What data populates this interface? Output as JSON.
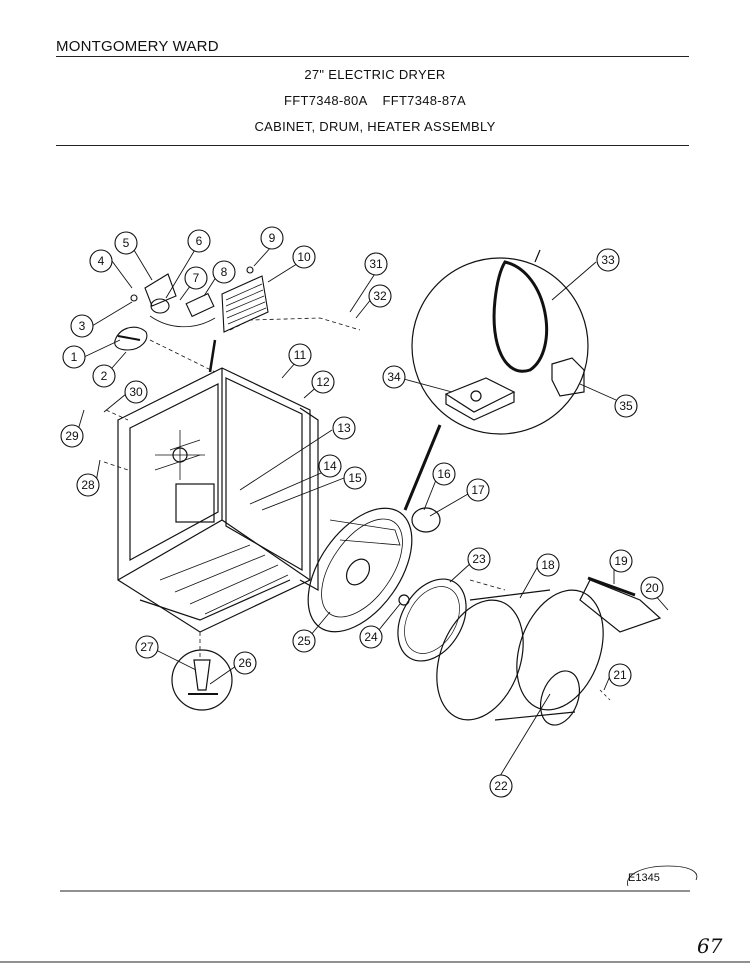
{
  "header": {
    "brand": "MONTGOMERY WARD",
    "product": "27\" ELECTRIC DRYER",
    "models": "FFT7348-80A    FFT7348-87A",
    "section": "CABINET, DRUM, HEATER ASSEMBLY"
  },
  "diagram": {
    "callouts": [
      "1",
      "2",
      "3",
      "4",
      "5",
      "6",
      "7",
      "8",
      "9",
      "10",
      "11",
      "12",
      "13",
      "14",
      "15",
      "16",
      "17",
      "18",
      "19",
      "20",
      "21",
      "22",
      "23",
      "24",
      "25",
      "26",
      "27",
      "28",
      "29",
      "30",
      "31",
      "32",
      "33",
      "34",
      "35"
    ]
  },
  "footer": {
    "diagram_code": "E1345",
    "page_number": "67"
  }
}
